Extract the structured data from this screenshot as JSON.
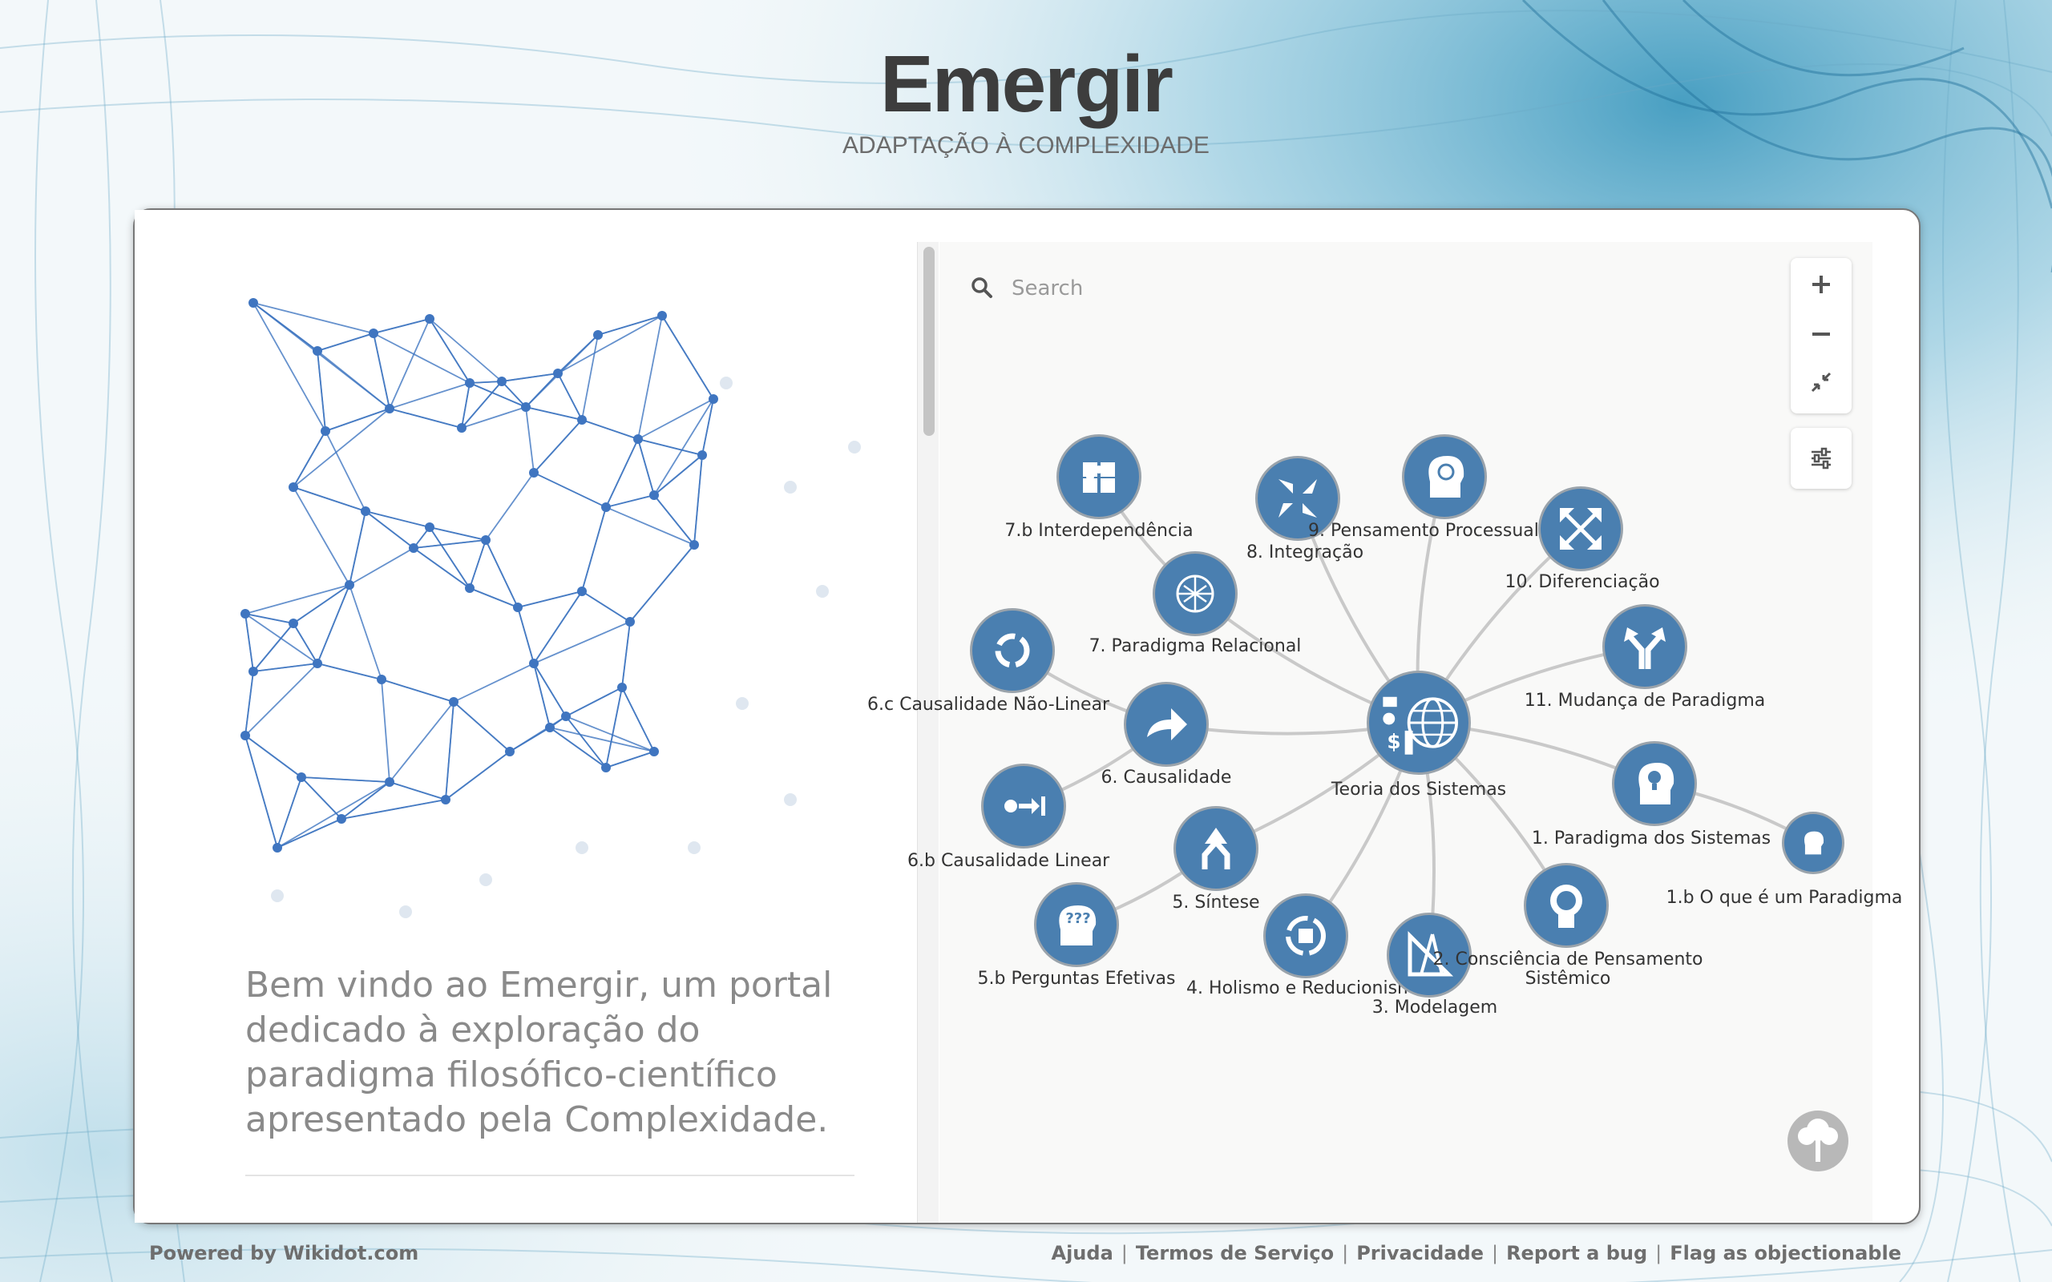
{
  "header": {
    "title": "Emergir",
    "subtitle": "ADAPTAÇÃO À COMPLEXIDADE"
  },
  "intro": {
    "text": "Bem vindo ao Emergir, um portal dedicado à exploração do paradigma filosófico-científico apresentado pela Complexidade."
  },
  "graph": {
    "search_placeholder": "Search",
    "nodes": [
      {
        "id": "hub",
        "label": "Teoria dos Sistemas",
        "icon": "systems-globe-icon"
      },
      {
        "id": "n7b",
        "label": "7.b Interdependência",
        "icon": "puzzle-icon"
      },
      {
        "id": "n7",
        "label": "7. Paradigma Relacional",
        "icon": "network-icon"
      },
      {
        "id": "n8",
        "label": "8. Integração",
        "icon": "arrows-in-icon"
      },
      {
        "id": "n9",
        "label": "9. Pensamento Processual",
        "icon": "head-target-icon"
      },
      {
        "id": "n10",
        "label": "10. Diferenciação",
        "icon": "arrows-out-icon"
      },
      {
        "id": "n11",
        "label": "11. Mudança de Paradigma",
        "icon": "fork-arrow-icon"
      },
      {
        "id": "n6c",
        "label": "6.c Causalidade Não-Linear",
        "icon": "cycle-icon"
      },
      {
        "id": "n6",
        "label": "6. Causalidade",
        "icon": "share-arrow-icon"
      },
      {
        "id": "n6b",
        "label": "6.b Causalidade Linear",
        "icon": "linear-icon"
      },
      {
        "id": "n5",
        "label": "5. Síntese",
        "icon": "merge-icon"
      },
      {
        "id": "n5b",
        "label": "5.b Perguntas Efetivas",
        "icon": "questions-head-icon"
      },
      {
        "id": "n4",
        "label": "4. Holismo e Reducionismo",
        "icon": "refresh-square-icon"
      },
      {
        "id": "n3",
        "label": "3. Modelagem",
        "icon": "drafting-tools-icon"
      },
      {
        "id": "n2",
        "label": "2. Consciência de Pensamento Sistêmico",
        "icon": "tree-head-icon"
      },
      {
        "id": "n1",
        "label": "1. Paradigma dos Sistemas",
        "icon": "lightbulb-head-icon"
      },
      {
        "id": "n1b",
        "label": "1.b O que é um Paradigma",
        "icon": "head-outline-icon"
      }
    ]
  },
  "footer": {
    "powered": "Powered by Wikidot.com",
    "links": [
      "Ajuda",
      "Termos de Serviço",
      "Privacidade",
      "Report a bug",
      "Flag as objectionable"
    ]
  },
  "colors": {
    "node_fill": "#4a7fb0",
    "node_ring": "#9aa3ab",
    "edge": "#c9c9c9",
    "network_line": "#3f75c0"
  }
}
